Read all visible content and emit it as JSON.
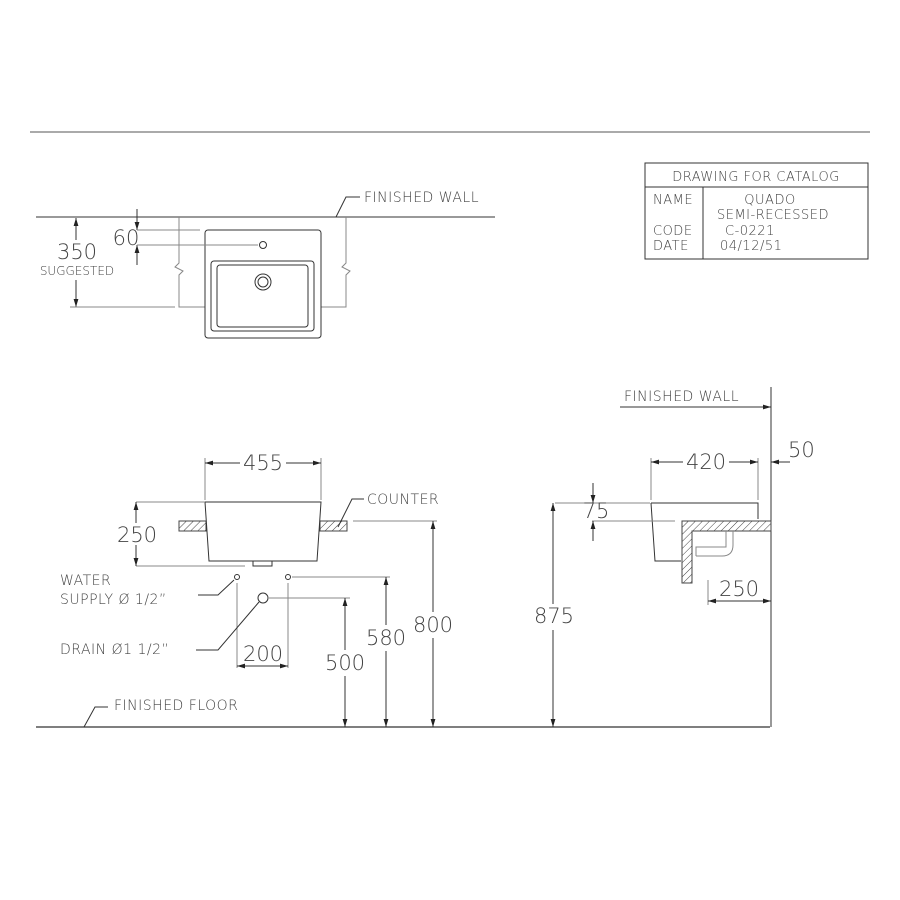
{
  "title_block": {
    "heading": "DRAWING FOR CATALOG",
    "name_label": "NAME",
    "name_value_1": "QUADO",
    "name_value_2": "SEMI-RECESSED",
    "code_label": "CODE",
    "code_value": "C-0221",
    "date_label": "DATE",
    "date_value": "04/12/51"
  },
  "top_view": {
    "wall_label": "FINISHED WALL",
    "dim_total": "350",
    "dim_total_note": "SUGGESTED",
    "dim_tap": "60"
  },
  "front_view": {
    "dim_width": "455",
    "dim_height": "250",
    "counter_label": "COUNTER",
    "water_supply_label_1": "WATER",
    "water_supply_label_2": "SUPPLY Ø 1/2”",
    "drain_label": "DRAIN Ø1  1/2”",
    "dim_supply_spacing": "200",
    "dim_drain_height": "500",
    "dim_supply_height": "580",
    "dim_counter_height": "800",
    "floor_label": "FINISHED FLOOR"
  },
  "side_view": {
    "wall_label": "FINISHED WALL",
    "dim_depth": "420",
    "dim_wall_gap": "50",
    "dim_rim": "75",
    "dim_rim_height": "875",
    "dim_drain_offset": "250"
  },
  "colors": {
    "line": "#333333",
    "text": "#444444",
    "background": "#ffffff"
  }
}
